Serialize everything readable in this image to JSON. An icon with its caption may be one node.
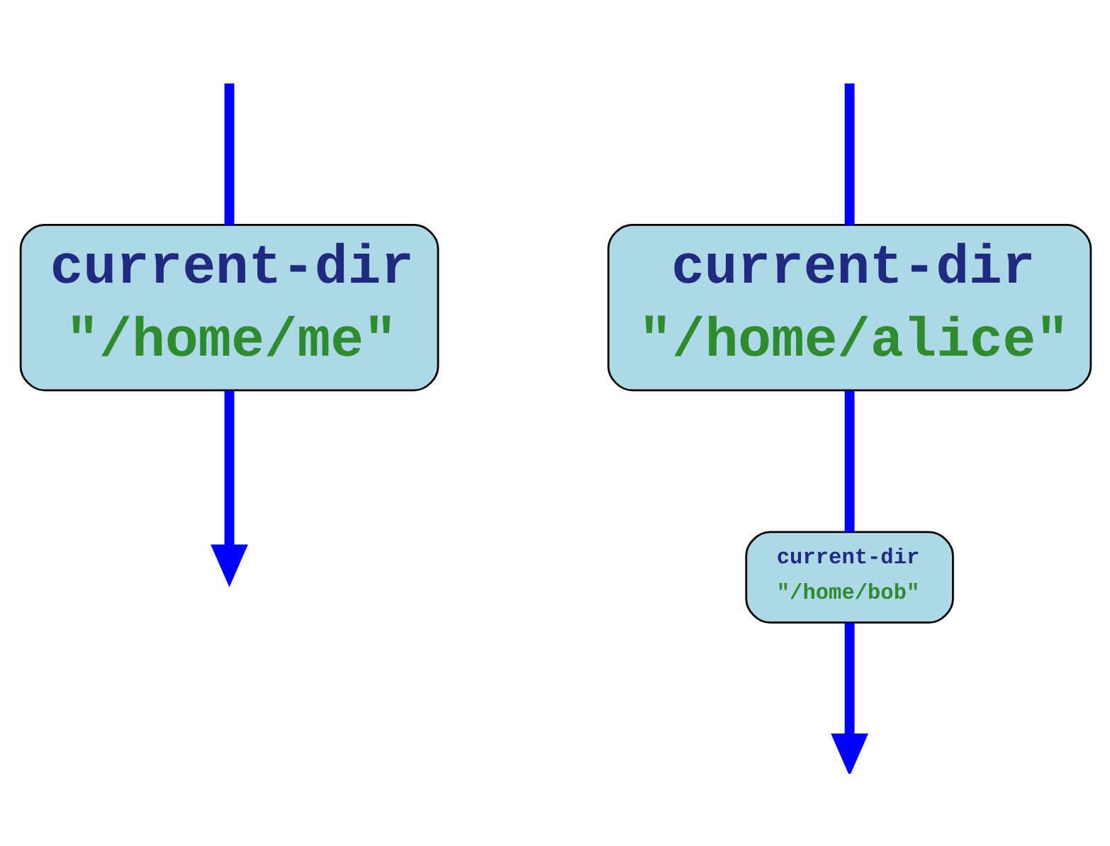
{
  "diagram": {
    "nodes": [
      {
        "text": [
          "current-dir",
          "\"/home/me\""
        ]
      },
      {
        "text": [
          "current-dir",
          "\"/home/alice\""
        ]
      },
      {
        "text": [
          "current-dir",
          "\"/home/bob\""
        ]
      }
    ],
    "edges": [
      {
        "from": 0,
        "to": null,
        "arrow": "to"
      },
      {
        "from": null,
        "to": 0,
        "arrow": "none"
      },
      {
        "from": null,
        "to": 1,
        "arrow": "none"
      },
      {
        "from": 1,
        "to": 2,
        "arrow": "none"
      },
      {
        "from": 2,
        "to": null,
        "arrow": "to"
      }
    ]
  }
}
